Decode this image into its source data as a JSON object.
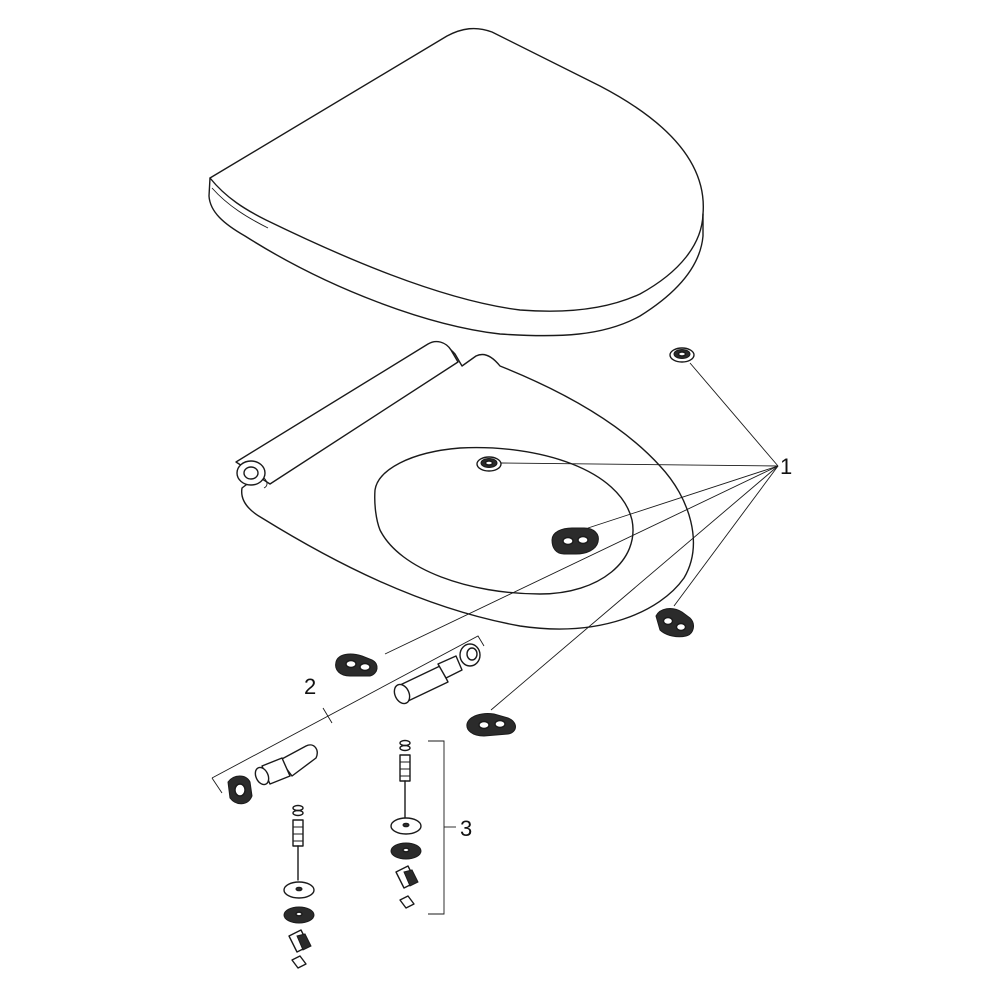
{
  "callouts": {
    "label_1": "1",
    "label_2": "2",
    "label_3": "3"
  },
  "icons": {
    "seat_cover": "seat-cover-icon",
    "seat_ring": "seat-ring-icon",
    "hinge": "hinge-icon",
    "fixing_set": "fixing-set-icon",
    "buffer": "buffer-icon"
  },
  "colors": {
    "line": "#1a1a1a",
    "background": "#ffffff",
    "dark_part": "#2b2b2b"
  }
}
